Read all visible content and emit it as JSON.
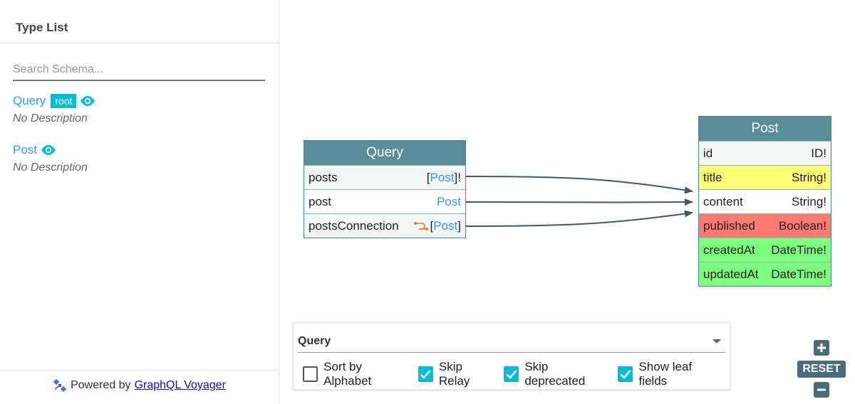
{
  "sidebar": {
    "title": "Type List",
    "search_placeholder": "Search Schema...",
    "types": [
      {
        "name": "Query",
        "badge": "root",
        "description": "No Description"
      },
      {
        "name": "Post",
        "description": "No Description"
      }
    ],
    "footer": {
      "prefix": "Powered by",
      "link": "GraphQL Voyager"
    }
  },
  "graph": {
    "query_node": {
      "title": "Query",
      "fields": [
        {
          "name": "posts",
          "type_prefix": "[",
          "type": "Post",
          "type_suffix": "]!"
        },
        {
          "name": "post",
          "type_prefix": "",
          "type": "Post",
          "type_suffix": ""
        },
        {
          "name": "postsConnection",
          "type_prefix": "[",
          "type": "Post",
          "type_suffix": "]"
        }
      ]
    },
    "post_node": {
      "title": "Post",
      "fields": [
        {
          "name": "id",
          "type": "ID!"
        },
        {
          "name": "title",
          "type": "String!"
        },
        {
          "name": "content",
          "type": "String!"
        },
        {
          "name": "published",
          "type": "Boolean!"
        },
        {
          "name": "createdAt",
          "type": "DateTime!"
        },
        {
          "name": "updatedAt",
          "type": "DateTime!"
        }
      ]
    }
  },
  "options": {
    "root_select": "Query",
    "checkboxes": [
      {
        "label": "Sort by Alphabet",
        "checked": false
      },
      {
        "label": "Skip Relay",
        "checked": true
      },
      {
        "label": "Skip deprecated",
        "checked": true
      },
      {
        "label": "Show leaf fields",
        "checked": true
      }
    ]
  },
  "zoom": {
    "reset_label": "RESET"
  },
  "colors": {
    "accent": "#00bcd4",
    "node_header": "#5b8d99",
    "highlight_yellow": "#ffff77",
    "highlight_red": "#ff7a72",
    "highlight_green": "#7dff7d",
    "edge": "#3d5a66",
    "control": "#4a6d7c"
  }
}
